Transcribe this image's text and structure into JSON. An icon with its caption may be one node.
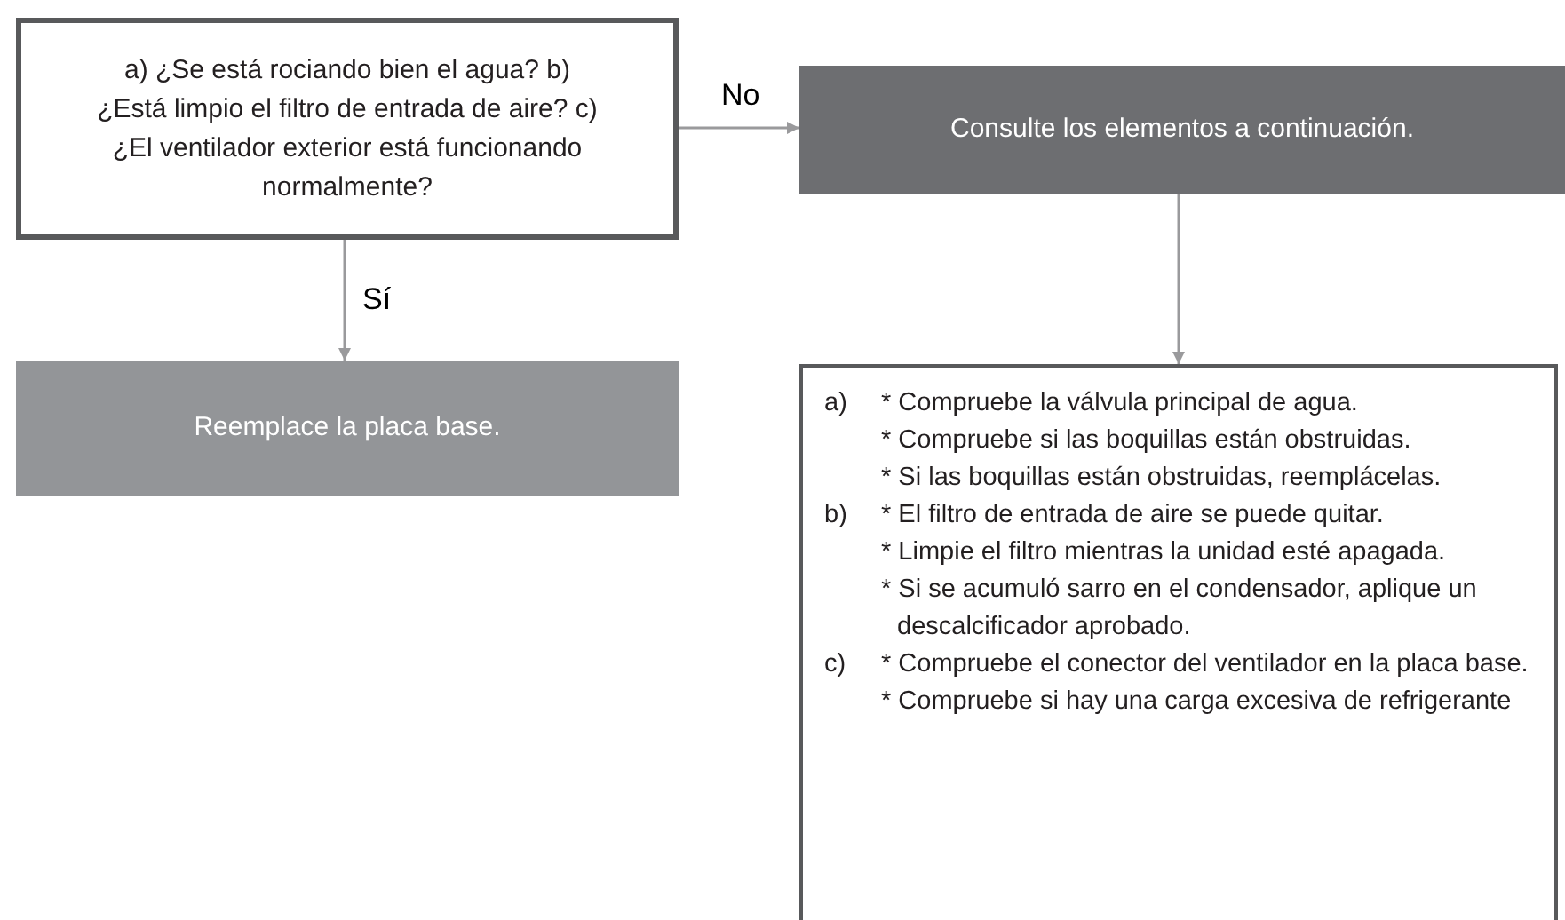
{
  "diagram": {
    "nodes": [
      {
        "text": [
          "a) ¿Se está rociando bien el agua? b) ¿Está limpio el filtro de entrada de aire? c) ¿El ventilador exterior está funcionando normalmente?"
        ]
      },
      {
        "text": [
          "Consulte los elementos a continuación."
        ]
      },
      {
        "text": [
          "Reemplace la placa base."
        ]
      },
      {
        "text": [
          "a)",
          "* Compruebe la válvula principal de agua.",
          "* Compruebe si las boquillas están obstruidas.",
          "* Si las boquillas están obstruidas, reemplácelas.",
          "b)",
          "* El filtro de entrada de aire se puede quitar.",
          "* Limpie el filtro mientras la unidad esté apagada.",
          "* Si se acumuló sarro en el condensador, aplique un descalcificador aprobado.",
          "c)",
          "* Compruebe el conector del ventilador en la placa base.",
          "* Compruebe si hay una carga excesiva de refrigerante"
        ]
      }
    ],
    "edges": [
      {
        "from": 0,
        "to": 1,
        "arrow": "to",
        "label": "No"
      },
      {
        "from": 0,
        "to": 2,
        "arrow": "to",
        "label": "Sí"
      },
      {
        "from": 1,
        "to": 3,
        "arrow": "to"
      }
    ]
  }
}
